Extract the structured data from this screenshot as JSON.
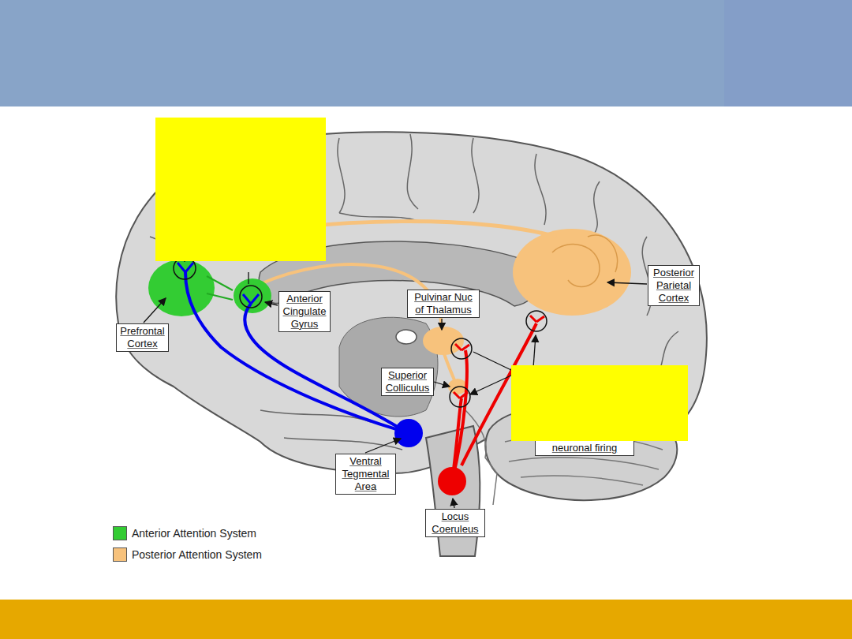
{
  "diagram": {
    "nodes": [
      {
        "text": [
          "Prefrontal Cortex"
        ]
      },
      {
        "text": [
          "Anterior Cingulate Gyrus"
        ]
      },
      {
        "text": [
          "Pulvinar Nuc of Thalamus"
        ]
      },
      {
        "text": [
          "Superior Colliculus"
        ]
      },
      {
        "text": [
          "Posterior Parietal Cortex"
        ]
      },
      {
        "text": [
          "neuronal firing"
        ]
      },
      {
        "text": [
          "Ventral Tegmental Area"
        ]
      },
      {
        "text": [
          "Locus Coeruleus"
        ]
      }
    ],
    "legend": [
      {
        "text": "Anterior Attention System",
        "color": "#33cc33"
      },
      {
        "text": "Posterior Attention System",
        "color": "#f7c27c"
      }
    ]
  }
}
